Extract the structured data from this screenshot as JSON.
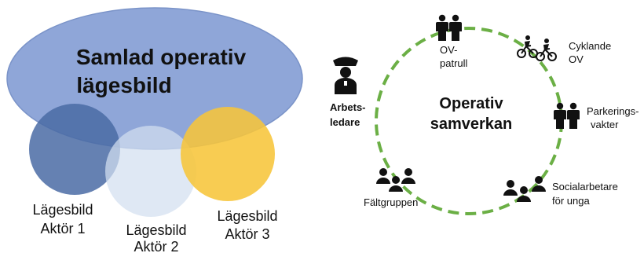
{
  "left_diagram": {
    "main_title_line1": "Samlad operativ",
    "main_title_line2": "lägesbild",
    "actors": [
      {
        "line1": "Lägesbild",
        "line2": "Aktör 1"
      },
      {
        "line1": "Lägesbild",
        "line2": "Aktör 2"
      },
      {
        "line1": "Lägesbild",
        "line2": "Aktör 3"
      }
    ],
    "colors": {
      "big_ellipse": "#8FA6D8",
      "actor1": "#4A6BA5",
      "actor2": "#D3DFF0",
      "actor3": "#F7C53A"
    }
  },
  "right_diagram": {
    "center_line1": "Operativ",
    "center_line2": "samverkan",
    "ring_color": "#6BAF45",
    "nodes": {
      "ov_patrull": {
        "line1": "OV-",
        "line2": "patrull",
        "icon": "two-people-icon"
      },
      "cyklande_ov": {
        "line1": "Cyklande",
        "line2": "OV",
        "icon": "cyclists-icon"
      },
      "parkeringsvakter": {
        "line1": "Parkerings-",
        "line2": "vakter",
        "icon": "two-people-icon"
      },
      "socialarbetare": {
        "line1": "Socialarbetare",
        "line2": "för unga",
        "icon": "group-icon"
      },
      "faltgruppen": {
        "line1": "Fältgruppen",
        "icon": "group-icon"
      },
      "arbetsledare": {
        "line1": "Arbets-",
        "line2": "ledare",
        "icon": "police-officer-icon"
      }
    }
  }
}
